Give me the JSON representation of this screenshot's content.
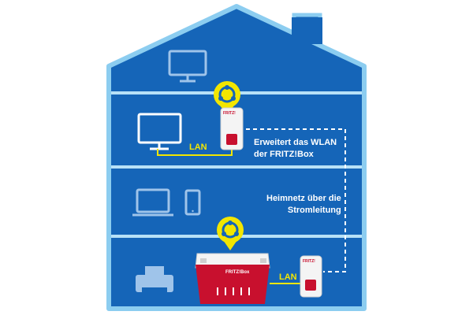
{
  "labels": {
    "lan_upper": "LAN",
    "lan_lower": "LAN",
    "extend_line1": "Erweitert das WLAN",
    "extend_line2": "der FRITZ!Box",
    "powerline_line1": "Heimnetz über die",
    "powerline_line2": "Stromleitung",
    "router_brand": "FRITZ!Box",
    "adapter_brand_upper": "FRITZ!",
    "adapter_brand_lower": "FRITZ!"
  },
  "icons": {
    "mesh_upper": "mesh-wifi-icon",
    "mesh_lower": "mesh-wifi-icon"
  },
  "colors": {
    "house_fill": "#1565b8",
    "house_outline": "#8ccdf0",
    "floor_lines": "#b7e1f7",
    "lan_cable": "#f2e600",
    "mesh_badge": "#f2e600",
    "router_red": "#c8102e"
  }
}
